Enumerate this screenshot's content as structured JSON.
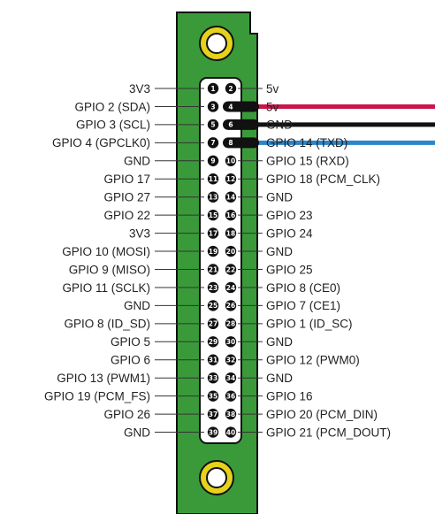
{
  "board": {
    "colors": {
      "pcb": "#3a9a3a",
      "outline": "#111111",
      "hole_ring": "#e6d21a",
      "header": "#ffffff",
      "pin": "#111111",
      "wire_5v": "#c8164a",
      "wire_gnd": "#111111",
      "wire_txd": "#2a86c8"
    },
    "icons": [
      "mounting-hole-icon",
      "mounting-hole-icon"
    ]
  },
  "pins": [
    {
      "num": "1",
      "label": "3V3"
    },
    {
      "num": "2",
      "label": "5v"
    },
    {
      "num": "3",
      "label": "GPIO 2 (SDA)"
    },
    {
      "num": "4",
      "label": "5v"
    },
    {
      "num": "5",
      "label": "GPIO 3 (SCL)"
    },
    {
      "num": "6",
      "label": "GND"
    },
    {
      "num": "7",
      "label": "GPIO 4 (GPCLK0)"
    },
    {
      "num": "8",
      "label": "GPIO 14 (TXD)"
    },
    {
      "num": "9",
      "label": "GND"
    },
    {
      "num": "10",
      "label": "GPIO 15 (RXD)"
    },
    {
      "num": "11",
      "label": "GPIO 17"
    },
    {
      "num": "12",
      "label": "GPIO 18 (PCM_CLK)"
    },
    {
      "num": "13",
      "label": "GPIO 27"
    },
    {
      "num": "14",
      "label": "GND"
    },
    {
      "num": "15",
      "label": "GPIO 22"
    },
    {
      "num": "16",
      "label": "GPIO 23"
    },
    {
      "num": "17",
      "label": "3V3"
    },
    {
      "num": "18",
      "label": "GPIO 24"
    },
    {
      "num": "19",
      "label": "GPIO 10 (MOSI)"
    },
    {
      "num": "20",
      "label": "GND"
    },
    {
      "num": "21",
      "label": "GPIO 9 (MISO)"
    },
    {
      "num": "22",
      "label": "GPIO 25"
    },
    {
      "num": "23",
      "label": "GPIO 11 (SCLK)"
    },
    {
      "num": "24",
      "label": "GPIO 8 (CE0)"
    },
    {
      "num": "25",
      "label": "GND"
    },
    {
      "num": "26",
      "label": "GPIO 7 (CE1)"
    },
    {
      "num": "27",
      "label": "GPIO 8 (ID_SD)"
    },
    {
      "num": "28",
      "label": "GPIO 1 (ID_SC)"
    },
    {
      "num": "29",
      "label": "GPIO 5"
    },
    {
      "num": "30",
      "label": "GND"
    },
    {
      "num": "31",
      "label": "GPIO 6"
    },
    {
      "num": "32",
      "label": "GPIO 12 (PWM0)"
    },
    {
      "num": "33",
      "label": "GPIO 13 (PWM1)"
    },
    {
      "num": "34",
      "label": "GND"
    },
    {
      "num": "35",
      "label": "GPIO 19 (PCM_FS)"
    },
    {
      "num": "36",
      "label": "GPIO 16"
    },
    {
      "num": "37",
      "label": "GPIO 26"
    },
    {
      "num": "38",
      "label": "GPIO 20 (PCM_DIN)"
    },
    {
      "num": "39",
      "label": "GND"
    },
    {
      "num": "40",
      "label": "GPIO 21 (PCM_DOUT)"
    }
  ],
  "connections": [
    {
      "pin": "4",
      "wire": "5v",
      "color": "#c8164a"
    },
    {
      "pin": "6",
      "wire": "gnd",
      "color": "#111111"
    },
    {
      "pin": "8",
      "wire": "txd",
      "color": "#2a86c8"
    }
  ]
}
